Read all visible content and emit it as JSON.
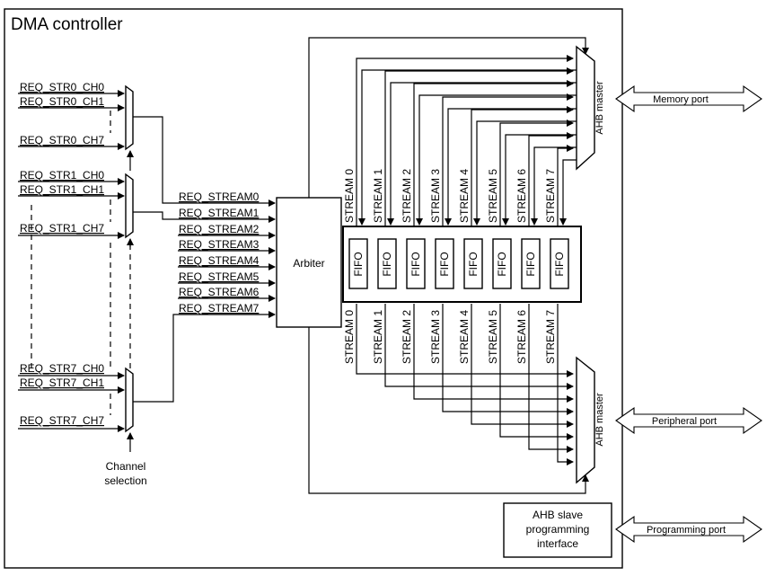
{
  "diagram": {
    "title": "DMA controller",
    "request_inputs": {
      "group0": [
        "REQ_STR0_CH0",
        "REQ_STR0_CH1",
        "REQ_STR0_CH7"
      ],
      "group1": [
        "REQ_STR1_CH0",
        "REQ_STR1_CH1",
        "REQ_STR1_CH7"
      ],
      "group7": [
        "REQ_STR7_CH0",
        "REQ_STR7_CH1",
        "REQ_STR7_CH7"
      ]
    },
    "channel_selection": [
      "Channel",
      "selection"
    ],
    "stream_requests": [
      "REQ_STREAM0",
      "REQ_STREAM1",
      "REQ_STREAM2",
      "REQ_STREAM3",
      "REQ_STREAM4",
      "REQ_STREAM5",
      "REQ_STREAM6",
      "REQ_STREAM7"
    ],
    "arbiter": "Arbiter",
    "streams_top": [
      "STREAM 0",
      "STREAM 1",
      "STREAM 2",
      "STREAM 3",
      "STREAM 4",
      "STREAM 5",
      "STREAM 6",
      "STREAM 7"
    ],
    "streams_bottom": [
      "STREAM 0",
      "STREAM 1",
      "STREAM 2",
      "STREAM 3",
      "STREAM 4",
      "STREAM 5",
      "STREAM 6",
      "STREAM 7"
    ],
    "fifo": "FIFO",
    "ahb_master_top": "AHB master",
    "ahb_master_bottom": "AHB master",
    "ahb_slave": [
      "AHB slave",
      "programming",
      "interface"
    ],
    "ports": {
      "memory": "Memory port",
      "peripheral": "Peripheral port",
      "programming": "Programming port"
    }
  }
}
